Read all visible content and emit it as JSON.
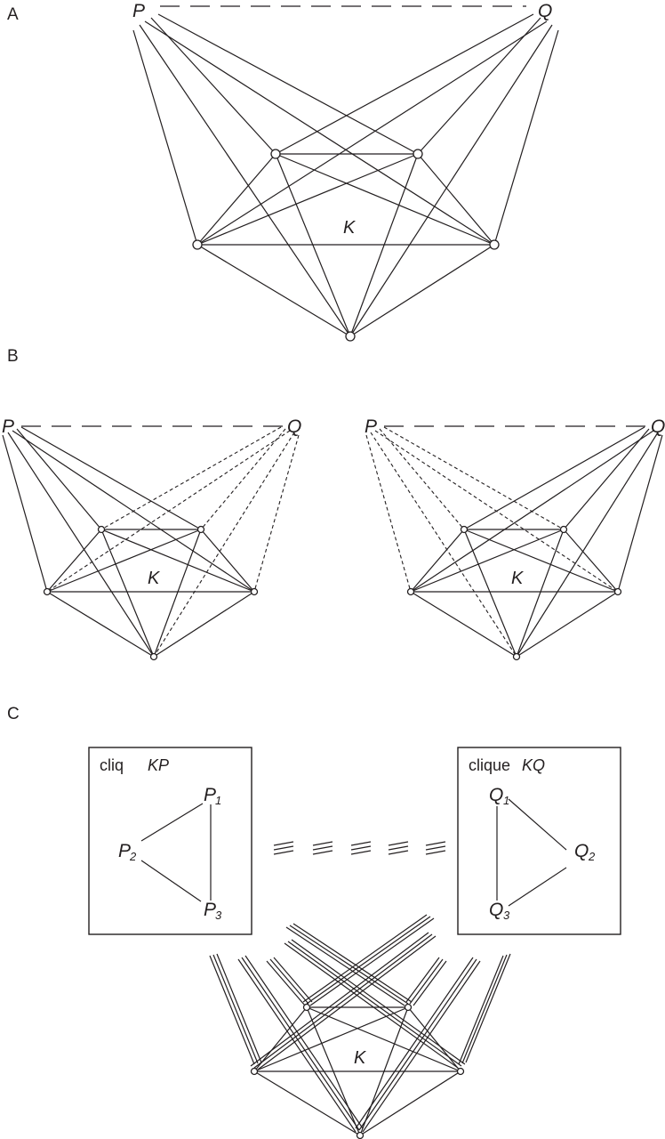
{
  "panels": {
    "a": {
      "label": "A",
      "p": "P",
      "q": "Q",
      "k": "K"
    },
    "b": {
      "label": "B",
      "left": {
        "p": "P",
        "q": "Q",
        "k": "K"
      },
      "right": {
        "p": "P",
        "q": "Q",
        "k": "K"
      }
    },
    "c": {
      "label": "C",
      "left_box": {
        "title": "cliq",
        "title_italic": "KP",
        "n1": "P",
        "s1": "1",
        "n2": "P",
        "s2": "2",
        "n3": "P",
        "s3": "3"
      },
      "right_box": {
        "title": "clique",
        "title_italic": "KQ",
        "n1": "Q",
        "s1": "1",
        "n2": "Q",
        "s2": "2",
        "n3": "Q",
        "s3": "3"
      },
      "k": "K"
    }
  }
}
